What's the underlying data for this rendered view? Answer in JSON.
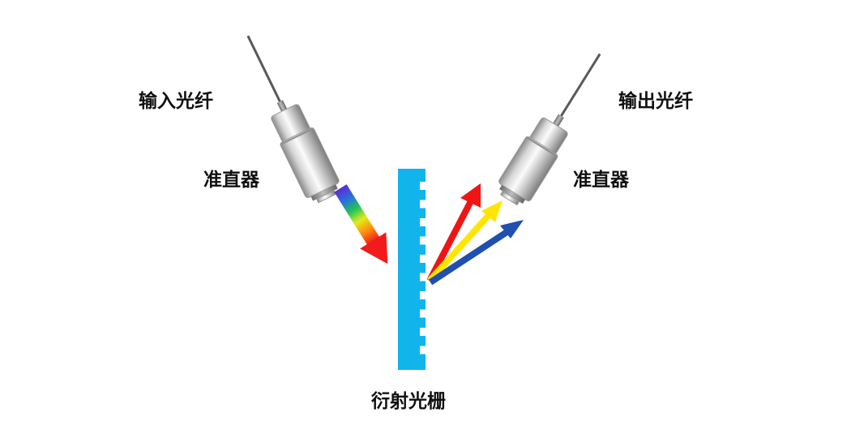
{
  "labels": {
    "input_fiber": "输入光纤",
    "input_collimator": "准直器",
    "output_fiber": "输出光纤",
    "output_collimator": "准直器",
    "grating": "衍射光栅"
  },
  "colors": {
    "grating": "#12b4ec",
    "red_beam": "#f01414",
    "yellow_beam": "#ffe600",
    "blue_beam": "#1f4fb0",
    "metal_light": "#f2f2f2",
    "metal_dark": "#8d8d8d",
    "fiber": "#555555"
  },
  "icons": {
    "input_collimator": "fiber-collimator-icon",
    "output_collimator": "fiber-collimator-icon"
  }
}
